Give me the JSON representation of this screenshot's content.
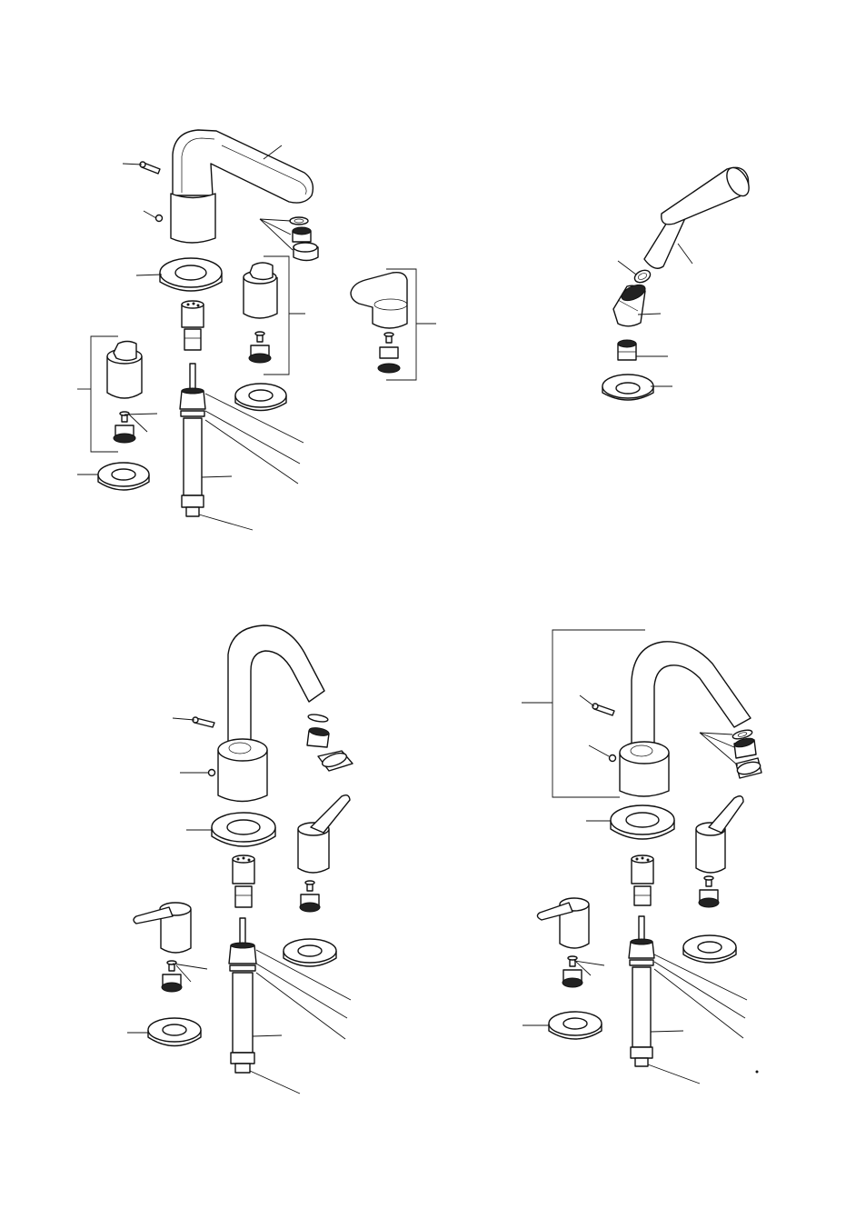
{
  "page": {
    "background": "#ffffff",
    "line_color": "#111111"
  },
  "assemblies": [
    {
      "name": "square-spout-three-handle-set"
    },
    {
      "name": "handshower-set"
    },
    {
      "name": "gooseneck-spout-lever-set"
    },
    {
      "name": "angled-spout-lever-set"
    }
  ]
}
